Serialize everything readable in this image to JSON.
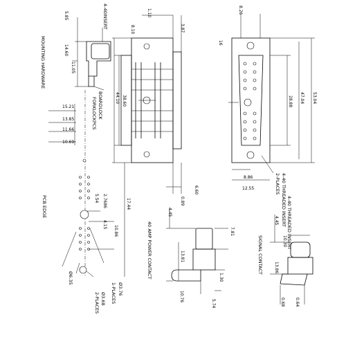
{
  "labels": {
    "mounting_hardware": "MOUNTING HARDWARE",
    "insert": "4-40INSERT",
    "boardlock": "BOARDLOCK",
    "board_lock_pcs": "FORKLOCKPCS",
    "pcb_edge": "PCB EDGE",
    "threaded_insert": "4-40 THREADED INSERT",
    "two_places": "2-PLACES",
    "power_contact": "40 AMP POWER CONTACT",
    "signal_contact": "SIGNAL CONTACT",
    "two_places_a": "2-PLACES",
    "one_places": "1-PLACES",
    "dia_a": "Ø3.68",
    "dia_b": "Ø3.76",
    "dia_c": "Ø6.35"
  },
  "dims": {
    "d_5_85": "5.85",
    "d_14_60": "14.60",
    "d_11_05": "11.05",
    "d_15_21": "15.21",
    "d_13_85": "13.85",
    "d_11_66": "11.66",
    "d_10_69": "10.69",
    "d_8_10": "8.10",
    "d_1_10": "1.10",
    "d_3_87": "3.87",
    "d_44_10": "44.10",
    "d_38_60": "38.60",
    "d_6_60": "6.60",
    "d_0_89": "0.89",
    "d_8_26": "8.26",
    "d_16": "16",
    "d_28_88": "28.88",
    "d_47_04": "47.04",
    "d_53_04": "53.04",
    "d_8_86": "8.86",
    "d_12_55": "12.55",
    "d_2_7686": "2.7686",
    "d_5_54": "5.54",
    "d_4_15": "4.15",
    "d_10_86": "10.86",
    "d_17_44": "17.44",
    "d_4_45": "4.45",
    "d_7_81": "7.81",
    "d_13_81": "13.81",
    "d_1_30": "1.30",
    "d_5_74": "5.74",
    "d_10_76": "10.76",
    "d_4_45b": "4.45",
    "d_10_30": "10.30",
    "d_13_86": "13.86",
    "d_0_68": "0.68",
    "d_0_64": "0.64"
  }
}
